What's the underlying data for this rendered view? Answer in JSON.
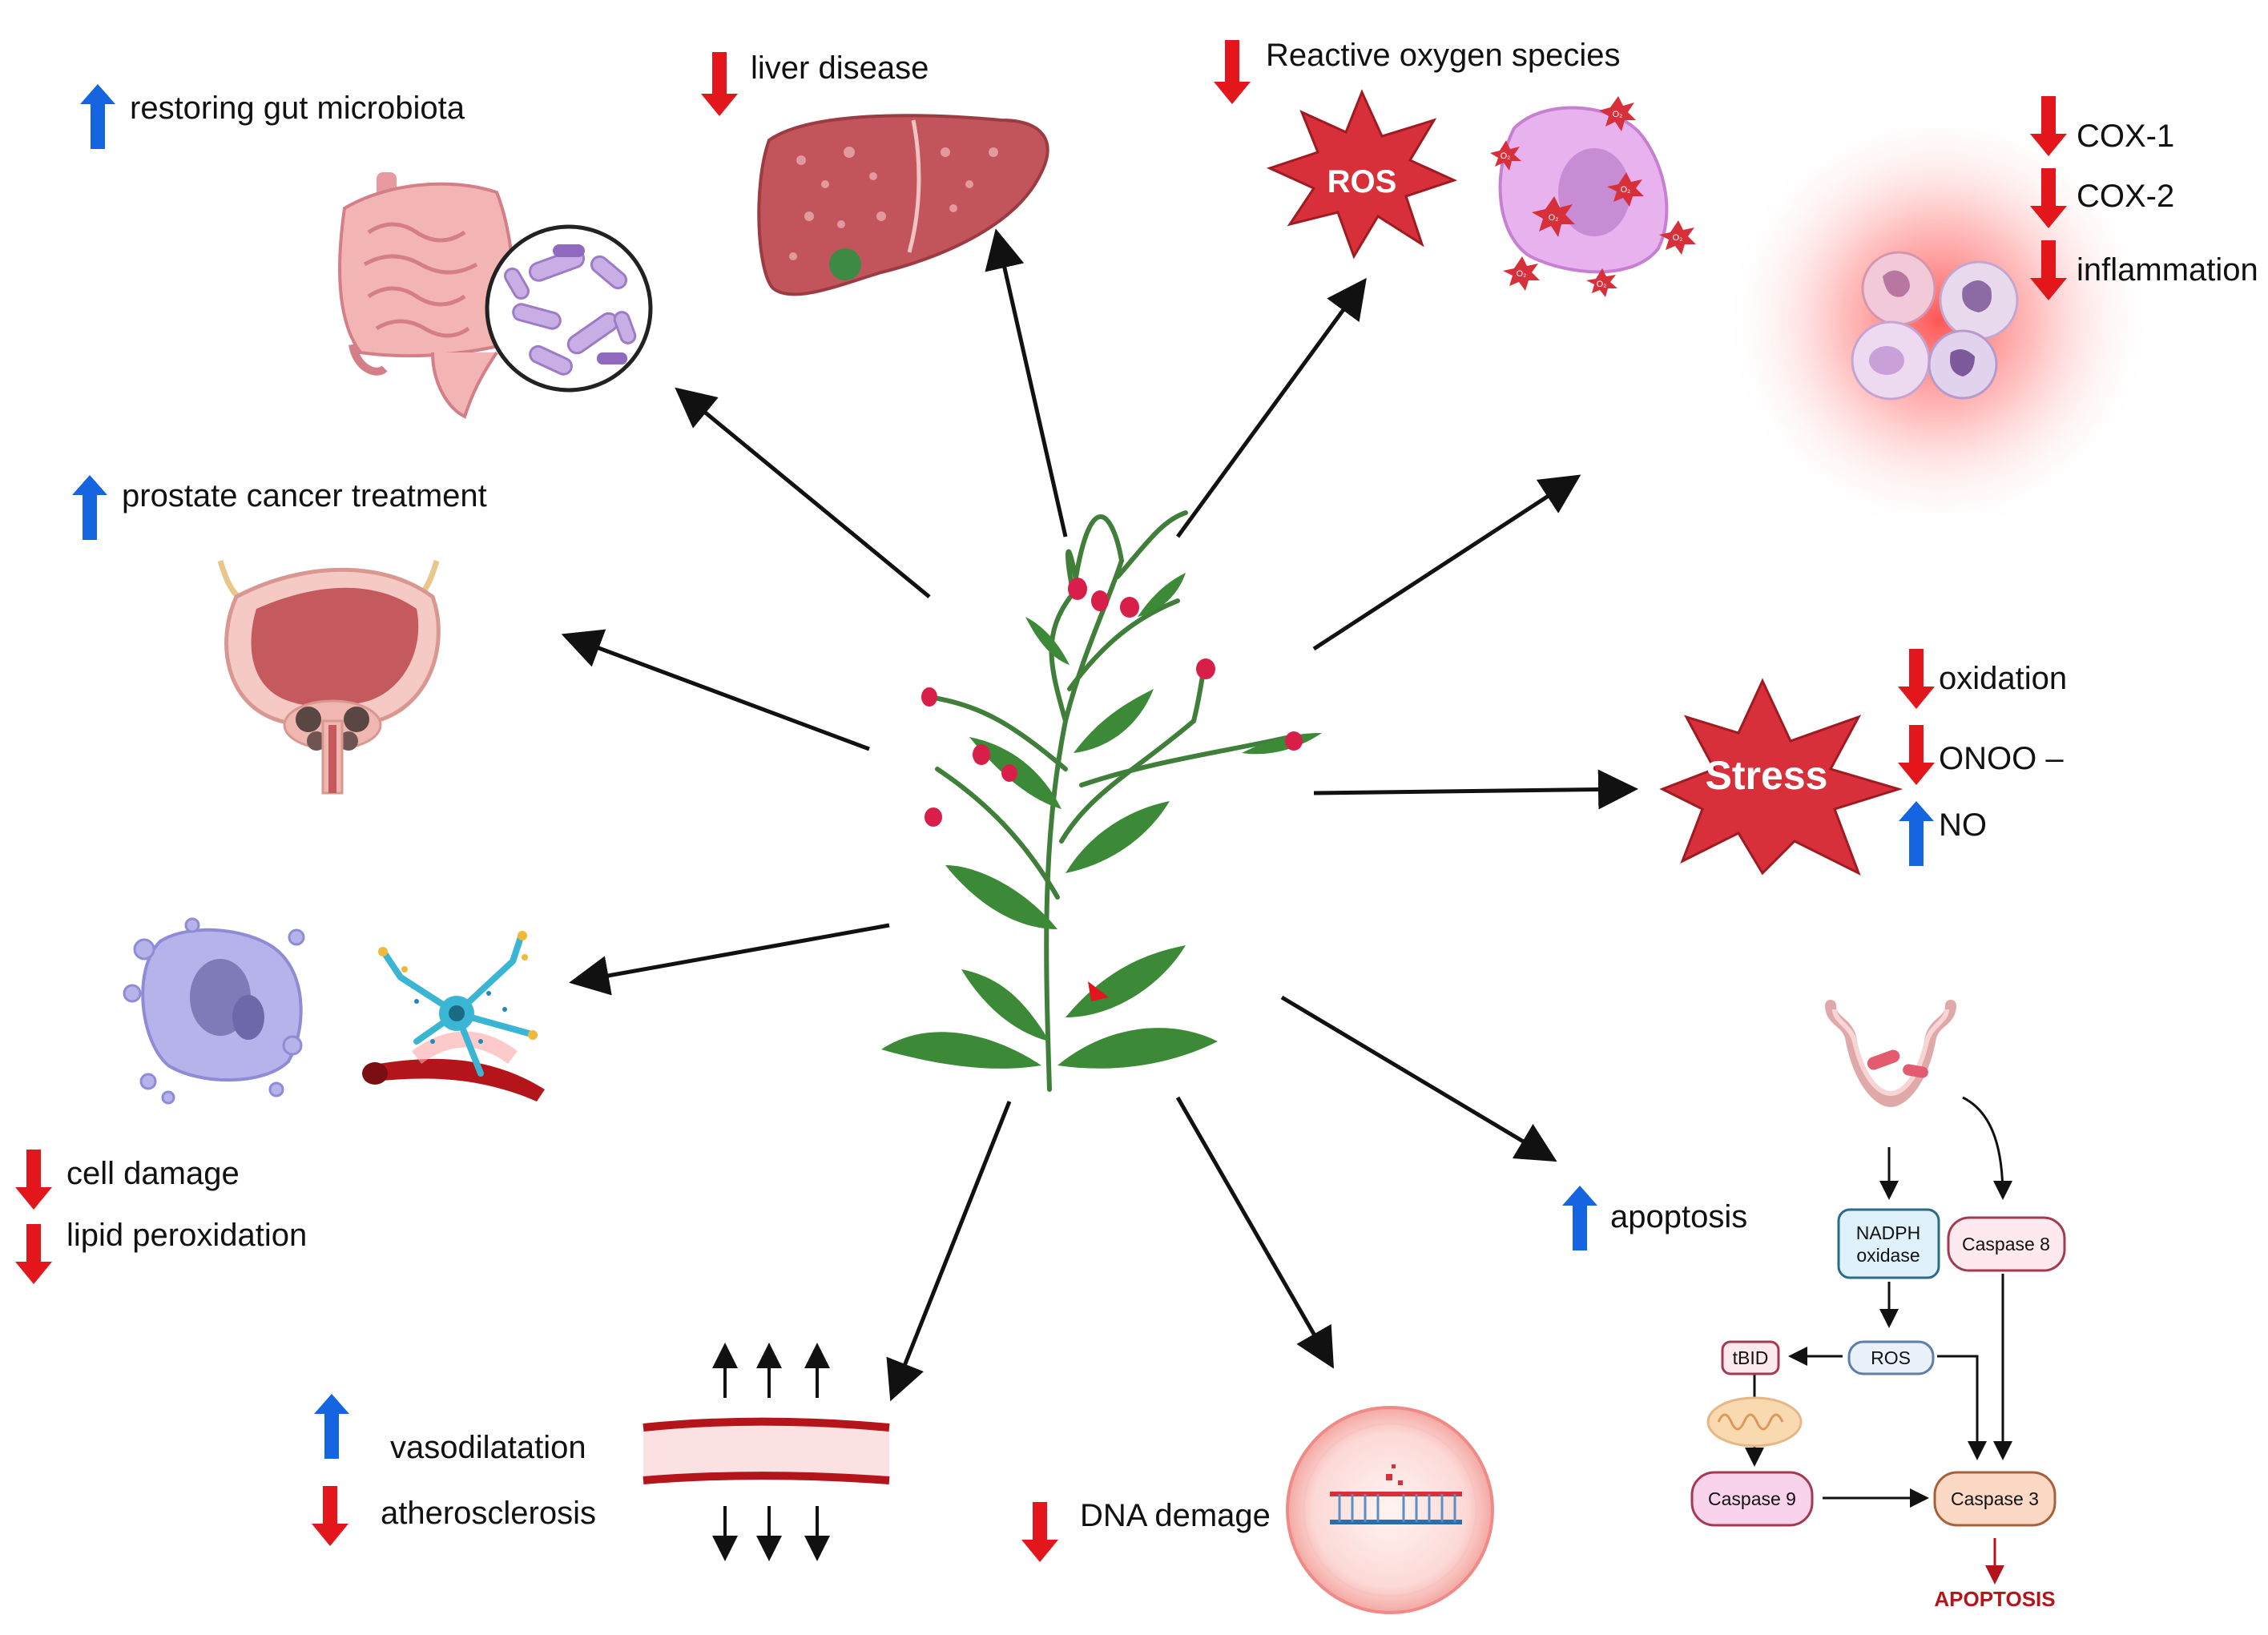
{
  "effects": {
    "gut": {
      "label": "restoring gut microbiota",
      "direction": "up"
    },
    "liver": {
      "label": "liver disease",
      "direction": "down"
    },
    "ros_title": {
      "label": "Reactive oxygen species",
      "direction": "down"
    },
    "ros_burst": "ROS",
    "oxygen_symbol": "O₂",
    "cox1": {
      "label": "COX-1",
      "direction": "down"
    },
    "cox2": {
      "label": "COX-2",
      "direction": "down"
    },
    "inflammation": {
      "label": "inflammation",
      "direction": "down"
    },
    "prostate": {
      "label": "prostate cancer treatment",
      "direction": "up"
    },
    "stress_burst": "Stress",
    "oxidation": {
      "label": "oxidation",
      "direction": "down"
    },
    "onoo": {
      "label": "ONOO –",
      "direction": "down"
    },
    "no": {
      "label": "NO",
      "direction": "up"
    },
    "cell_damage": {
      "label": "cell damage",
      "direction": "down"
    },
    "lipid": {
      "label": "lipid peroxidation",
      "direction": "down"
    },
    "apoptosis": {
      "label": "apoptosis",
      "direction": "up"
    },
    "vasodilatation": {
      "label": "vasodilatation",
      "direction": "up"
    },
    "atherosclerosis": {
      "label": "atherosclerosis",
      "direction": "down"
    },
    "dna": {
      "label": "DNA demage",
      "direction": "down"
    }
  },
  "pathway": {
    "nadph": [
      "NADPH",
      "oxidase"
    ],
    "caspase8": "Caspase 8",
    "tbid": "tBID",
    "ros": "ROS",
    "caspase9": "Caspase 9",
    "caspase3": "Caspase 3",
    "result": "APOPTOSIS"
  },
  "colors": {
    "up_arrow": "#1565e0",
    "down_arrow": "#e3161b",
    "burst": "#d7303a",
    "vessel": "#b3151b",
    "pathway_result": "#b3151b"
  }
}
